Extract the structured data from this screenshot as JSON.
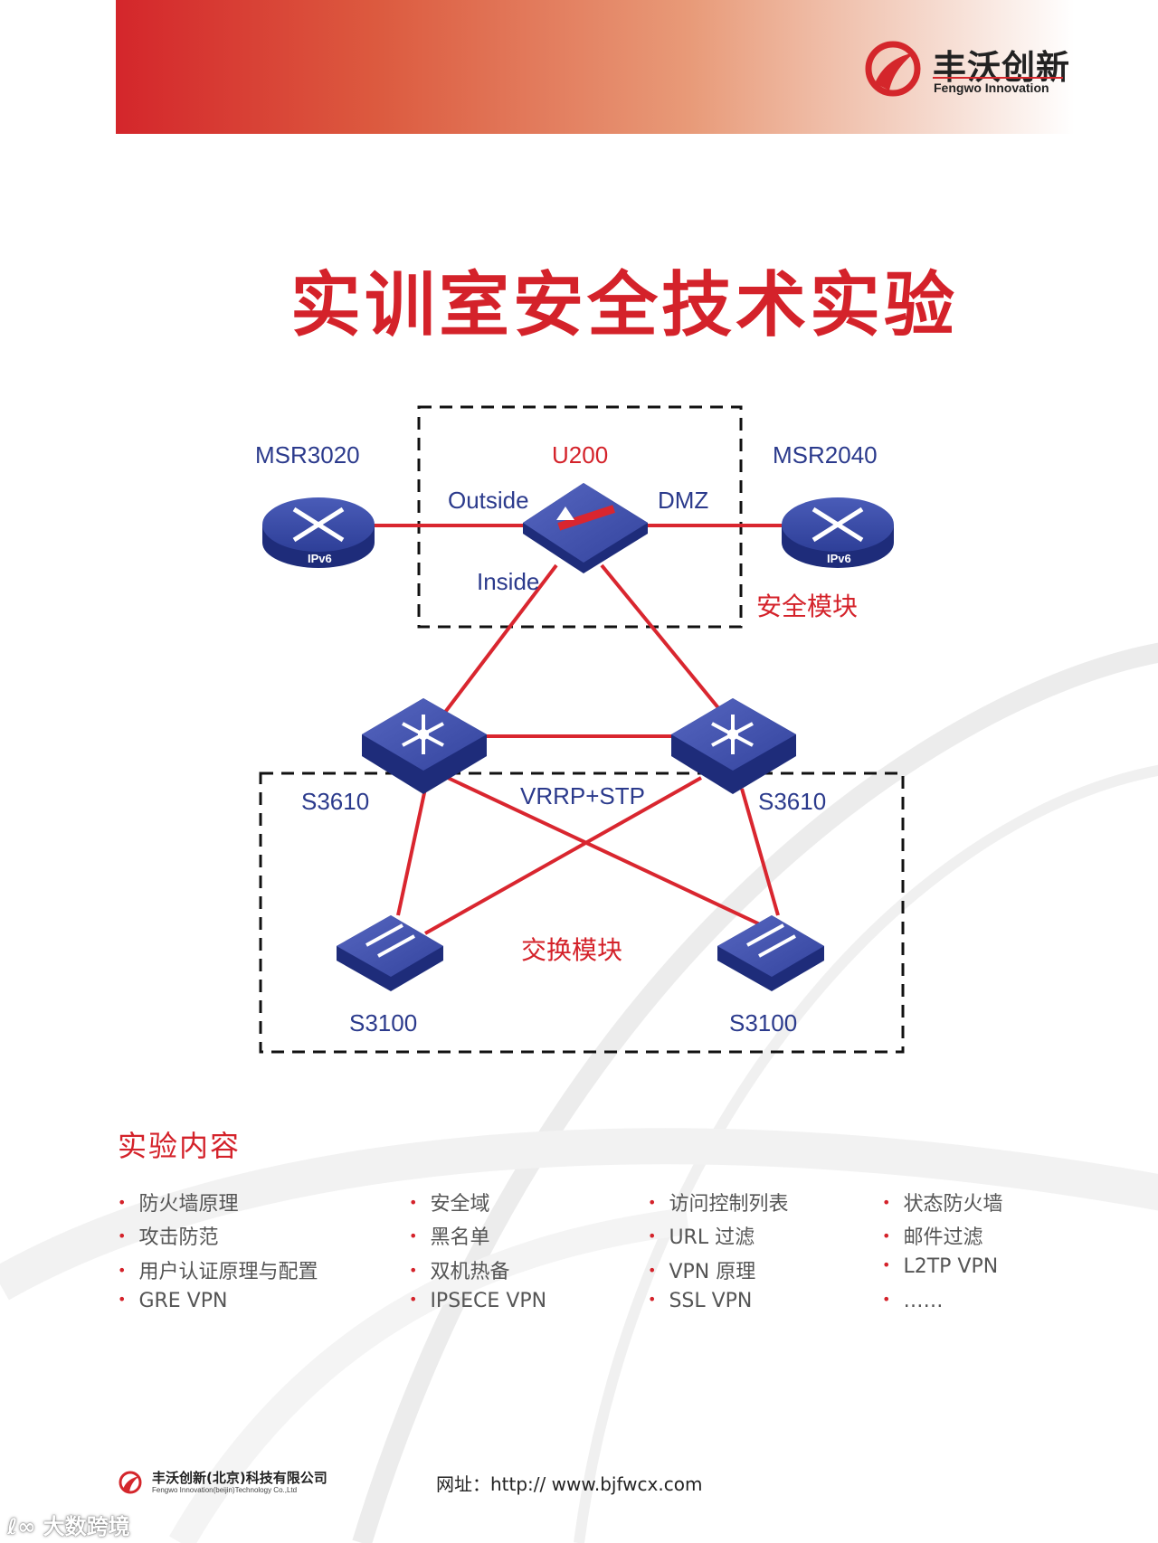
{
  "colors": {
    "brand_red": "#d4222a",
    "device_blue": "#2b3a8c",
    "link_red": "#d9262f"
  },
  "brand": {
    "name_cn": "丰沃创新",
    "name_en": "Fengwo Innovation"
  },
  "title": "实训室安全技术实验",
  "diagram": {
    "nodes": {
      "msr3020": {
        "label": "MSR3020",
        "badge": "IPv6",
        "icon": "router-icon"
      },
      "u200": {
        "label": "U200",
        "icon": "firewall-icon"
      },
      "msr2040": {
        "label": "MSR2040",
        "badge": "IPv6",
        "icon": "router-icon"
      },
      "s3610_left": {
        "label": "S3610",
        "icon": "core-switch-icon"
      },
      "s3610_right": {
        "label": "S3610",
        "icon": "core-switch-icon"
      },
      "s3100_left": {
        "label": "S3100",
        "icon": "access-switch-icon"
      },
      "s3100_right": {
        "label": "S3100",
        "icon": "access-switch-icon"
      }
    },
    "ports": {
      "outside": "Outside",
      "dmz": "DMZ",
      "inside": "Inside"
    },
    "protocol": "VRRP+STP",
    "zones": {
      "security": "安全模块",
      "switching": "交换模块"
    }
  },
  "content": {
    "title": "实验内容",
    "columns": [
      [
        "防火墙原理",
        "攻击防范",
        "用户认证原理与配置",
        "GRE VPN"
      ],
      [
        "安全域",
        "黑名单",
        "双机热备",
        "IPSECE VPN"
      ],
      [
        "访问控制列表",
        "URL 过滤",
        "VPN 原理",
        "SSL VPN"
      ],
      [
        "状态防火墙",
        "邮件过滤",
        "L2TP VPN",
        "……"
      ]
    ]
  },
  "footer": {
    "company_cn": "丰沃创新(北京)科技有限公司",
    "company_en": "Fengwo Innovation(beijin)Technology Co.,Ltd",
    "url_label": "网址：",
    "url": "http://  www.bjfwcx.com"
  },
  "watermark": "大数跨境"
}
